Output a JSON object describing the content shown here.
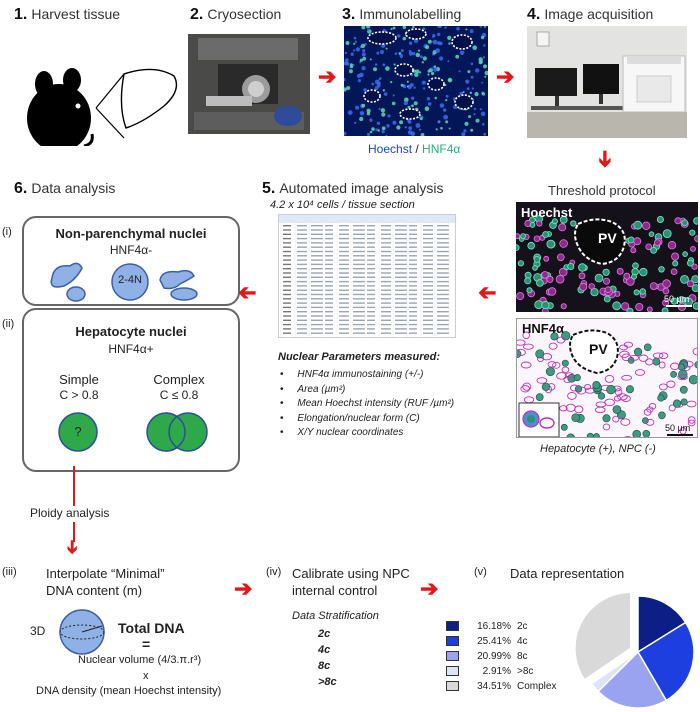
{
  "steps": {
    "s1": {
      "num": "1.",
      "label": "Harvest tissue"
    },
    "s2": {
      "num": "2.",
      "label": "Cryosection"
    },
    "s3": {
      "num": "3.",
      "label": "Immunolabelling"
    },
    "s4": {
      "num": "4.",
      "label": "Image acquisition"
    },
    "s5": {
      "num": "5.",
      "label": "Automated image analysis"
    },
    "s6": {
      "num": "6.",
      "label": "Data analysis"
    }
  },
  "immuno_caption": {
    "hoechst": "Hoechst",
    "slash": " / ",
    "hnf": "HNF4α"
  },
  "threshold": {
    "title": "Threshold protocol",
    "hoechst_label": "Hoechst",
    "hnf_label": "HNF4α",
    "pv": "PV",
    "scale": "50 µm",
    "caption": "Hepatocyte (+), NPC (-)"
  },
  "analysis": {
    "subtitle": "4.2 x 10⁴ cells / tissue section",
    "params_title": "Nuclear Parameters measured:",
    "params": [
      "HNF4α immunostaining (+/-)",
      "Area (µm²)",
      "Mean Hoechst intensity (RUF /µm²)",
      "Elongation/nuclear form (C)",
      "X/Y nuclear coordinates"
    ]
  },
  "npc_box": {
    "roman": "(i)",
    "title": "Non-parenchymal nuclei",
    "sub": "HNF4α-",
    "nucleus_label": "2-4N"
  },
  "hep_box": {
    "roman": "(ii)",
    "title": "Hepatocyte nuclei",
    "sub": "HNF4α+",
    "simple": "Simple",
    "simple_c": "C > 0.8",
    "complex": "Complex",
    "complex_c": "C ≤ 0.8",
    "unknown": "?"
  },
  "ploidy": "Ploidy analysis",
  "iii": {
    "roman": "(iii)",
    "line1": "Interpolate “Minimal”",
    "line2": "DNA content (m)",
    "label3d": "3D",
    "total": "Total DNA",
    "eq": "=",
    "vol": "Nuclear volume (4/3.π.r³)",
    "times": "x",
    "density": "DNA density (mean Hoechst intensity)"
  },
  "iv": {
    "roman": "(iv)",
    "line1": "Calibrate using NPC",
    "line2": "internal control",
    "strat_title": "Data Stratification",
    "strata": [
      "2c",
      "4c",
      "8c",
      ">8c"
    ]
  },
  "v": {
    "roman": "(v)",
    "title": "Data representation"
  },
  "chart_data": {
    "type": "pie",
    "title": "",
    "legend_position": "left",
    "categories": [
      "2c",
      "4c",
      "8c",
      ">8c",
      "Complex"
    ],
    "values": [
      16.18,
      25.41,
      20.99,
      2.91,
      34.51
    ],
    "labels": [
      "16.18%",
      "25.41%",
      "20.99%",
      "2.91%",
      "34.51%"
    ],
    "colors": [
      "#0b1f86",
      "#1e3fe0",
      "#9aa3f0",
      "#dce3fb",
      "#d9d9d9"
    ],
    "exploded": "Complex"
  }
}
